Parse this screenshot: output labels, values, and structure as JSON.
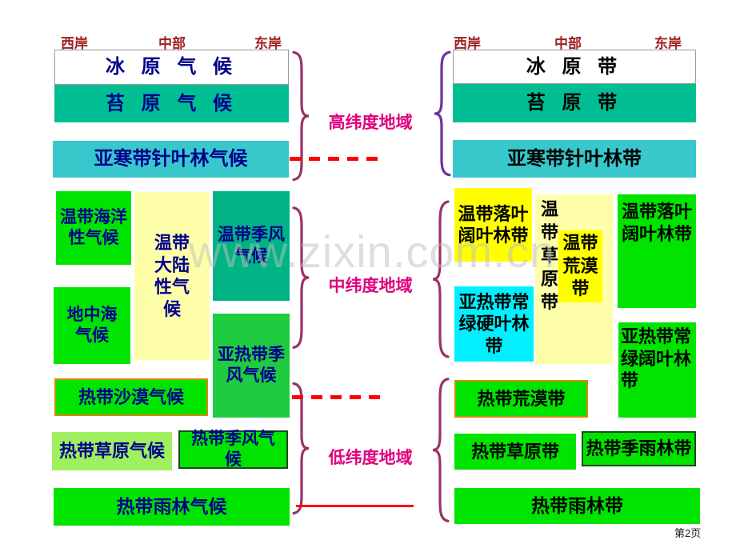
{
  "page": {
    "watermark": "www.zixin.com.cn",
    "page_number": "第2页"
  },
  "left_headers": [
    "西岸",
    "中部",
    "东岸"
  ],
  "right_headers": [
    "西岸",
    "中部",
    "东岸"
  ],
  "latitude_labels": {
    "high": "高纬度地域",
    "mid": "中纬度地域",
    "low": "低纬度地域"
  },
  "left": {
    "ice": "冰 原 气 候",
    "tundra": "苔 原 气 候",
    "subarctic": "亚寒带针叶林气候",
    "oceanic": "温带海洋性气候",
    "continental": "温带大陆性气候",
    "temperate_monsoon": "温带季风气候",
    "mediterranean": "地中海气候",
    "subtropical_monsoon": "亚热带季风气候",
    "tropical_desert": "热带沙漠气候",
    "tropical_savanna": "热带草原气候",
    "tropical_monsoon": "热带季风气候",
    "tropical_rainforest": "热带雨林气候"
  },
  "right": {
    "ice": "冰 原 带",
    "tundra": "苔 原 带",
    "subarctic": "亚寒带针叶林带",
    "deciduous_west": "温带落叶阔叶林带",
    "steppe": "温带草原带",
    "temperate_desert": "温带荒漠带",
    "deciduous_east": "温带落叶阔叶林带",
    "evergreen_hardleaf": "亚热带常绿硬叶林带",
    "evergreen_broadleaf": "亚热带常绿阔叶林带",
    "tropical_desert": "热带荒漠带",
    "tropical_savanna": "热带草原带",
    "monsoon_forest": "热带季雨林带",
    "tropical_rainforest": "热带雨林带"
  },
  "colors": {
    "bright_green": "#00E400",
    "teal_green": "#00BE92",
    "cyan_teal": "#38C8CC",
    "sea_green": "#00B384",
    "medium_green": "#1FCC3F",
    "light_green": "#9FF05F",
    "pale_yellow": "#FFFFAA",
    "bright_yellow": "#FFFF00",
    "cyan": "#00F0FF",
    "left_text_navy": "#00008B",
    "right_text_black": "#000000",
    "header_dark_red": "#A02020",
    "latitude_label_magenta": "#E0007E",
    "brace_maroon": "#993366",
    "brace_purple": "#7030A0",
    "line_red": "#FF0000",
    "desert_border_orange": "#D88A00",
    "monsoon_border_dark_green": "#1A4A1A"
  }
}
